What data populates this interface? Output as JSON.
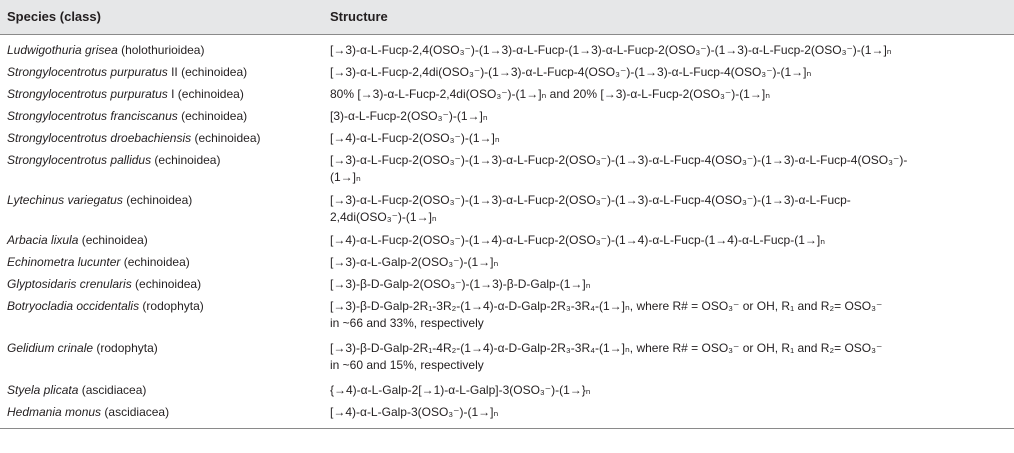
{
  "header": {
    "species": "Species (class)",
    "structure": "Structure"
  },
  "rows": [
    {
      "genus": "Ludwigothuria grisea",
      "cls": " (holothurioidea)",
      "structure": "[→3)-α-L-Fucp-2,4(OSO₃⁻)-(1→3)-α-L-Fucp-(1→3)-α-L-Fucp-2(OSO₃⁻)-(1→3)-α-L-Fucp-2(OSO₃⁻)-(1→]ₙ"
    },
    {
      "genus": "Strongylocentrotus purpuratus",
      "cls": " II (echinoidea)",
      "structure": "[→3)-α-L-Fucp-2,4di(OSO₃⁻)-(1→3)-α-L-Fucp-4(OSO₃⁻)-(1→3)-α-L-Fucp-4(OSO₃⁻)-(1→]ₙ"
    },
    {
      "genus": "Strongylocentrotus purpuratus",
      "cls": " I (echinoidea)",
      "structure": "80% [→3)-α-L-Fucp-2,4di(OSO₃⁻)-(1→]ₙ and 20% [→3)-α-L-Fucp-2(OSO₃⁻)-(1→]ₙ"
    },
    {
      "genus": "Strongylocentrotus franciscanus",
      "cls": " (echinoidea)",
      "structure": "[3)-α-L-Fucp-2(OSO₃⁻)-(1→]ₙ"
    },
    {
      "genus": "Strongylocentrotus droebachiensis",
      "cls": " (echinoidea)",
      "structure": "[→4)-α-L-Fucp-2(OSO₃⁻)-(1→]ₙ"
    },
    {
      "genus": "Strongylocentrotus pallidus",
      "cls": " (echinoidea)",
      "structure": "[→3)-α-L-Fucp-2(OSO₃⁻)-(1→3)-α-L-Fucp-2(OSO₃⁻)-(1→3)-α-L-Fucp-4(OSO₃⁻)-(1→3)-α-L-Fucp-4(OSO₃⁻)-\n(1→]ₙ"
    },
    {
      "genus": "Lytechinus variegatus",
      "cls": " (echinoidea)",
      "structure": "[→3)-α-L-Fucp-2(OSO₃⁻)-(1→3)-α-L-Fucp-2(OSO₃⁻)-(1→3)-α-L-Fucp-4(OSO₃⁻)-(1→3)-α-L-Fucp-\n2,4di(OSO₃⁻)-(1→]ₙ"
    },
    {
      "genus": "Arbacia lixula",
      "cls": " (echinoidea)",
      "structure": "[→4)-α-L-Fucp-2(OSO₃⁻)-(1→4)-α-L-Fucp-2(OSO₃⁻)-(1→4)-α-L-Fucp-(1→4)-α-L-Fucp-(1→]ₙ"
    },
    {
      "genus": "Echinometra lucunter",
      "cls": " (echinoidea)",
      "structure": "[→3)-α-L-Galp-2(OSO₃⁻)-(1→]ₙ"
    },
    {
      "genus": "Glyptosidaris crenularis",
      "cls": " (echinoidea)",
      "structure": "[→3)-β-D-Galp-2(OSO₃⁻)-(1→3)-β-D-Galp-(1→]ₙ"
    },
    {
      "genus": "Botryocladia occidentalis",
      "cls": " (rodophyta)",
      "structure": "[→3)-β-D-Galp-2R₁-3R₂-(1→4)-α-D-Galp-2R₃-3R₄-(1→]ₙ, where R# = OSO₃⁻ or OH, R₁ and R₂= OSO₃⁻\nin ~66 and 33%, respectively"
    },
    {
      "genus": "Gelidium crinale",
      "cls": " (rodophyta)",
      "structure": "[→3)-β-D-Galp-2R₁-4R₂-(1→4)-α-D-Galp-2R₃-3R₄-(1→]ₙ, where R# = OSO₃⁻ or OH, R₁ and R₂= OSO₃⁻\nin ~60 and 15%, respectively"
    },
    {
      "genus": "Styela plicata",
      "cls": " (ascidiacea)",
      "structure": "{→4)-α-L-Galp-2[→1)-α-L-Galp]-3(OSO₃⁻)-(1→}ₙ"
    },
    {
      "genus": "Hedmania monus",
      "cls": " (ascidiacea)",
      "structure": "[→4)-α-L-Galp-3(OSO₃⁻)-(1→]ₙ"
    }
  ]
}
